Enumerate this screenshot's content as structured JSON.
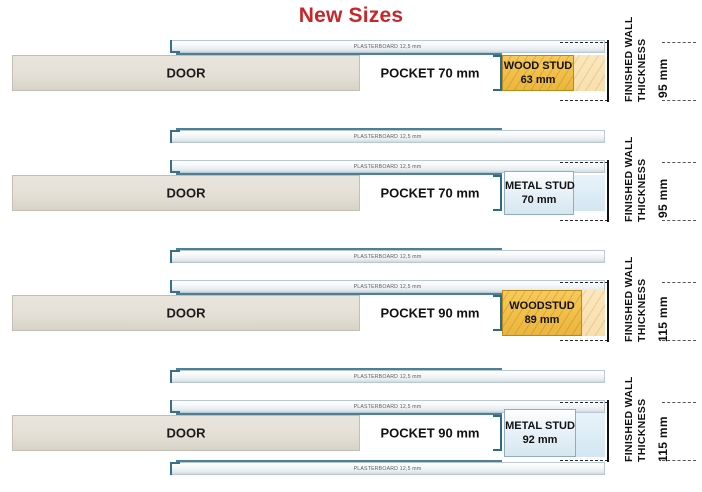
{
  "title": "New Sizes",
  "labels": {
    "plasterboard": "PLASTERBOARD 12,5 mm",
    "door": "DOOR",
    "finished_wall_line1": "FINISHED WALL",
    "finished_wall_line2": "THICKNESS"
  },
  "colors": {
    "title": "#c8262a",
    "wood_stud": "#f2bf49",
    "metal_stud": "#dcecf5",
    "door": "#e4e0d6",
    "plasterboard": "#e6edf1",
    "liner": "#4d7f96"
  },
  "assemblies": [
    {
      "door_label": "DOOR",
      "pocket_label": "POCKET 70 mm",
      "stud_type": "wood",
      "stud_name": "WOOD STUD",
      "stud_size": "63 mm",
      "plasterboard_top": "PLASTERBOARD 12,5 mm",
      "plasterboard_bottom": "PLASTERBOARD 12,5 mm",
      "wall_thickness": "95 mm"
    },
    {
      "door_label": "DOOR",
      "pocket_label": "POCKET 70 mm",
      "stud_type": "metal",
      "stud_name": "METAL STUD",
      "stud_size": "70 mm",
      "plasterboard_top": "PLASTERBOARD 12,5 mm",
      "plasterboard_bottom": "PLASTERBOARD 12,5 mm",
      "wall_thickness": "95 mm"
    },
    {
      "door_label": "DOOR",
      "pocket_label": "POCKET 90 mm",
      "stud_type": "wood",
      "stud_name": "WOODSTUD",
      "stud_size": "89 mm",
      "plasterboard_top": "PLASTERBOARD 12,5 mm",
      "plasterboard_bottom": "PLASTERBOARD 12,5 mm",
      "wall_thickness": "115 mm"
    },
    {
      "door_label": "DOOR",
      "pocket_label": "POCKET 90 mm",
      "stud_type": "metal",
      "stud_name": "METAL STUD",
      "stud_size": "92 mm",
      "plasterboard_top": "PLASTERBOARD 12,5 mm",
      "plasterboard_bottom": "PLASTERBOARD 12,5 mm",
      "wall_thickness": "115 mm"
    }
  ]
}
